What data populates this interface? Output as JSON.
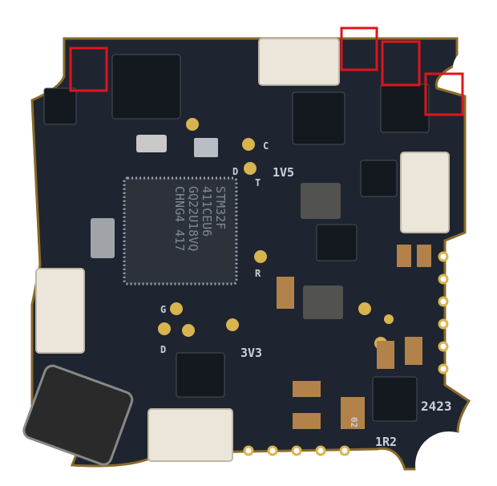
{
  "board": {
    "mcu_marking": [
      "STM32F",
      "411CEU6",
      "GQ22U18VQ",
      "CHNG4 417"
    ],
    "silkscreen": {
      "rail_1": "1V5",
      "rail_2": "3V3",
      "code_1": "2423",
      "code_2": "1R2",
      "diode": "02",
      "pad_c": "C",
      "pad_d": "D",
      "pad_t": "T",
      "pad_r": "R",
      "pad_g": "G",
      "pad_d2": "D"
    },
    "colors": {
      "pcb": "#1e2530",
      "highlight": "#e0141b",
      "gold": "#d8b450",
      "connector": "#ece6da"
    }
  }
}
